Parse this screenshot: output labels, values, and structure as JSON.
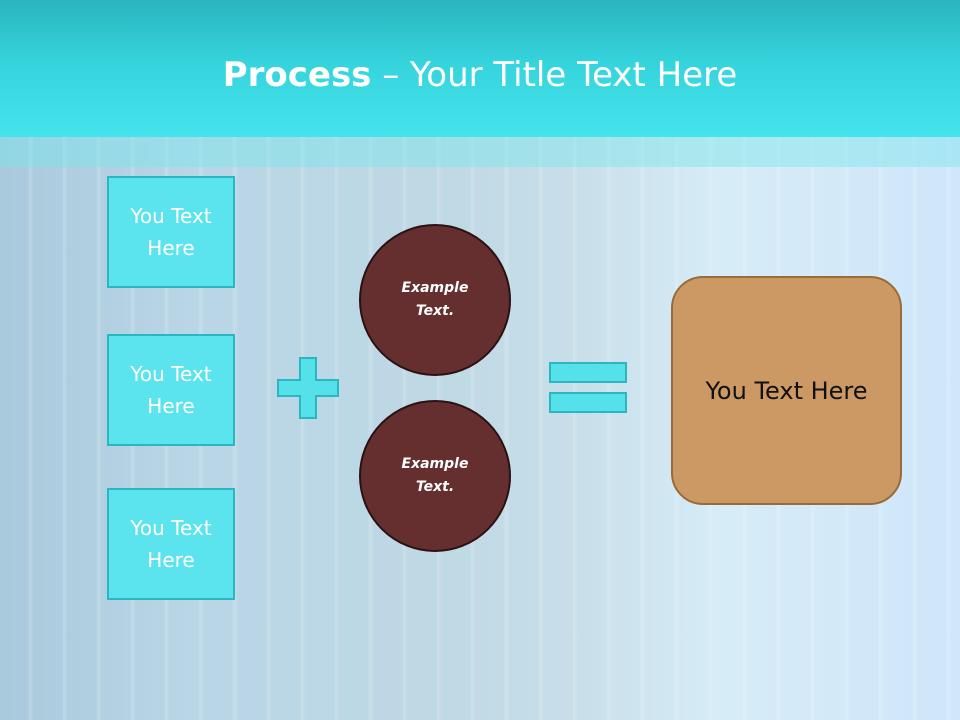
{
  "slide": {
    "title_bold": "Process",
    "title_rest": " – Your Title Text Here"
  },
  "left_boxes": [
    {
      "text": "You Text Here"
    },
    {
      "text": "You Text Here"
    },
    {
      "text": "You Text Here"
    }
  ],
  "circles": [
    {
      "text": "Example Text."
    },
    {
      "text": "Example Text."
    }
  ],
  "result_box": {
    "text": "You Text Here"
  },
  "colors": {
    "header": "#35d3dc",
    "box_fill": "#5be4ee",
    "circle_fill": "#652f30",
    "result_fill": "#cc9864",
    "operator": "#55e1ea"
  }
}
